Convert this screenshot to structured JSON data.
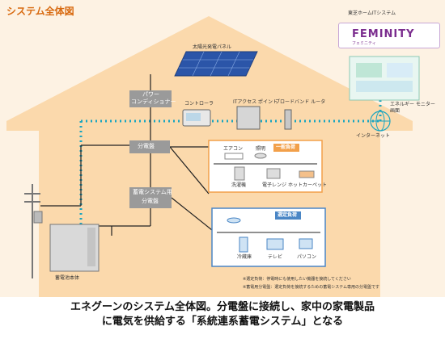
{
  "diagram_title": "システム全体図",
  "company_system": "東芝ホームITシステム",
  "brand": {
    "logo": "FEMINITY",
    "sub": "フェミニティ",
    "colors": {
      "logo": "#7b2d8e",
      "house": "#fbd9ac",
      "network": "#1aa5c0",
      "panelBlue": "#2b55a8",
      "boxGray": "#9a9a9a",
      "loadOrange": "#f2a04a",
      "loadBlue": "#4a86c5"
    }
  },
  "labels": {
    "solar_panel": "太陽光発電パネル",
    "power_conditioner_1": "パワー",
    "power_conditioner_2": "コンディショナー",
    "controller": "コントローラ",
    "it_access_point": "ITアクセス ポイント",
    "broadband_router": "ブロードバンド ルータ",
    "distribution_board": "分電盤",
    "battery_board_1": "蓄電システム用",
    "battery_board_2": "分電盤",
    "general_load": "一般負荷",
    "specific_load": "選定負荷",
    "energy_monitor": "エネルギー モニター画面",
    "internet": "インターネット",
    "battery_unit": "蓄電池本体",
    "aircon": "エアコン",
    "lighting": "照明",
    "washer": "洗濯機",
    "microwave": "電子レンジ",
    "hotcarpet": "ホットカーペット",
    "fridge": "冷蔵庫",
    "tv": "テレビ",
    "pc": "パソコン",
    "note_1": "※選定負荷：停電時にも使用したい機器を接続してください",
    "note_2": "※蓄電用分電盤：選定負荷を接続するための蓄電システム専用の分電盤です"
  },
  "caption": {
    "line1": "エネグーンのシステム全体図。分電盤に接続し、家中の家電製品",
    "line2": "に電気を供給する「系統連系蓄電システム」となる"
  }
}
